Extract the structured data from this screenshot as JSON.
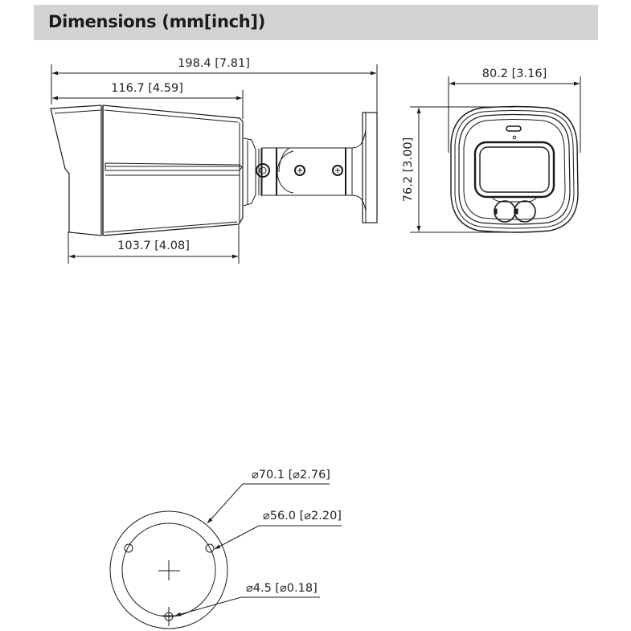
{
  "header": {
    "title": "Dimensions (mm[inch])",
    "background_color": "#d3d3d3"
  },
  "side_view": {
    "overall_length": "198.4 [7.81]",
    "housing_length": "116.7 [4.59]",
    "body_length": "103.7 [4.08]"
  },
  "front_view": {
    "width": "80.2 [3.16]",
    "height": "76.2 [3.00]"
  },
  "mount_base_view": {
    "outer_diameter": "⌀70.1 [⌀2.76]",
    "hole_circle_diameter": "⌀56.0 [⌀2.20]",
    "hole_diameter": "⌀4.5 [⌀0.18]"
  },
  "colors": {
    "line": "#1a1a1a",
    "background": "#ffffff"
  }
}
